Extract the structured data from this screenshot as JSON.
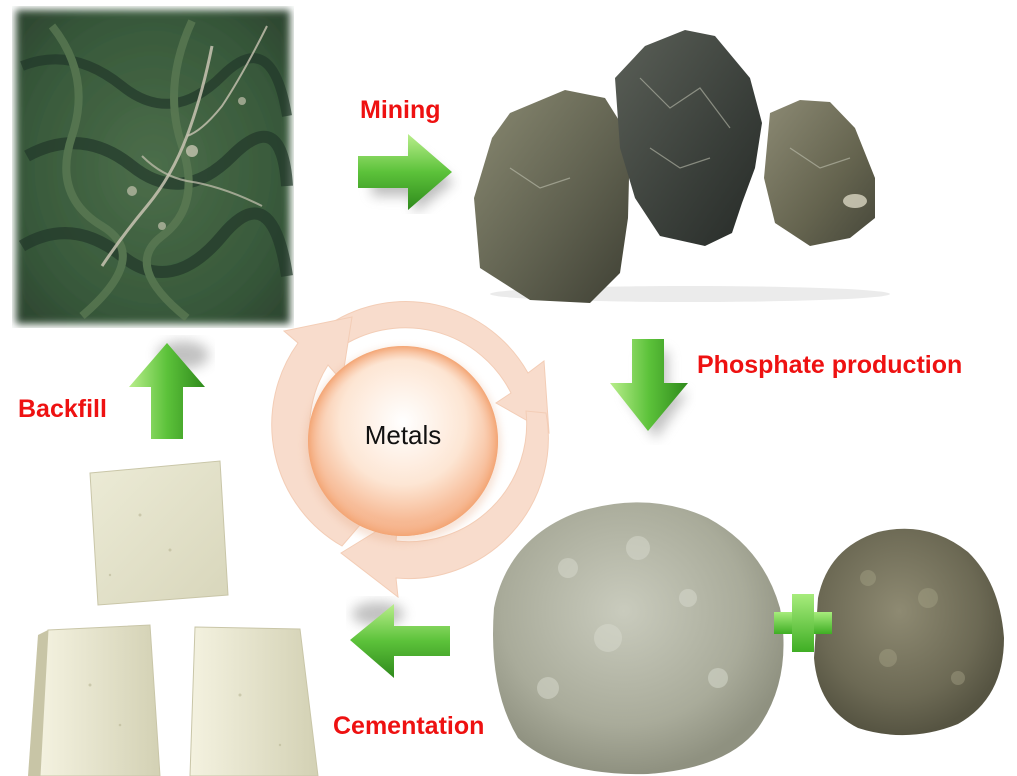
{
  "center_label": "Metals",
  "steps": {
    "mining": "Mining",
    "phosphate_production": "Phosphate production",
    "cementation": "Cementation",
    "backfill": "Backfill"
  },
  "colors": {
    "label_red": "#ee1111",
    "arrow_green": "#5cc23a",
    "cycle_arrow": "#f8dccc",
    "center_circle": "#f4a77a"
  },
  "icons": {
    "satellite": "satellite-map-image",
    "rocks": "phosphate-rock-image",
    "powders": "powder-piles-image",
    "blocks": "backfill-block-image",
    "plus": "plus-icon"
  }
}
